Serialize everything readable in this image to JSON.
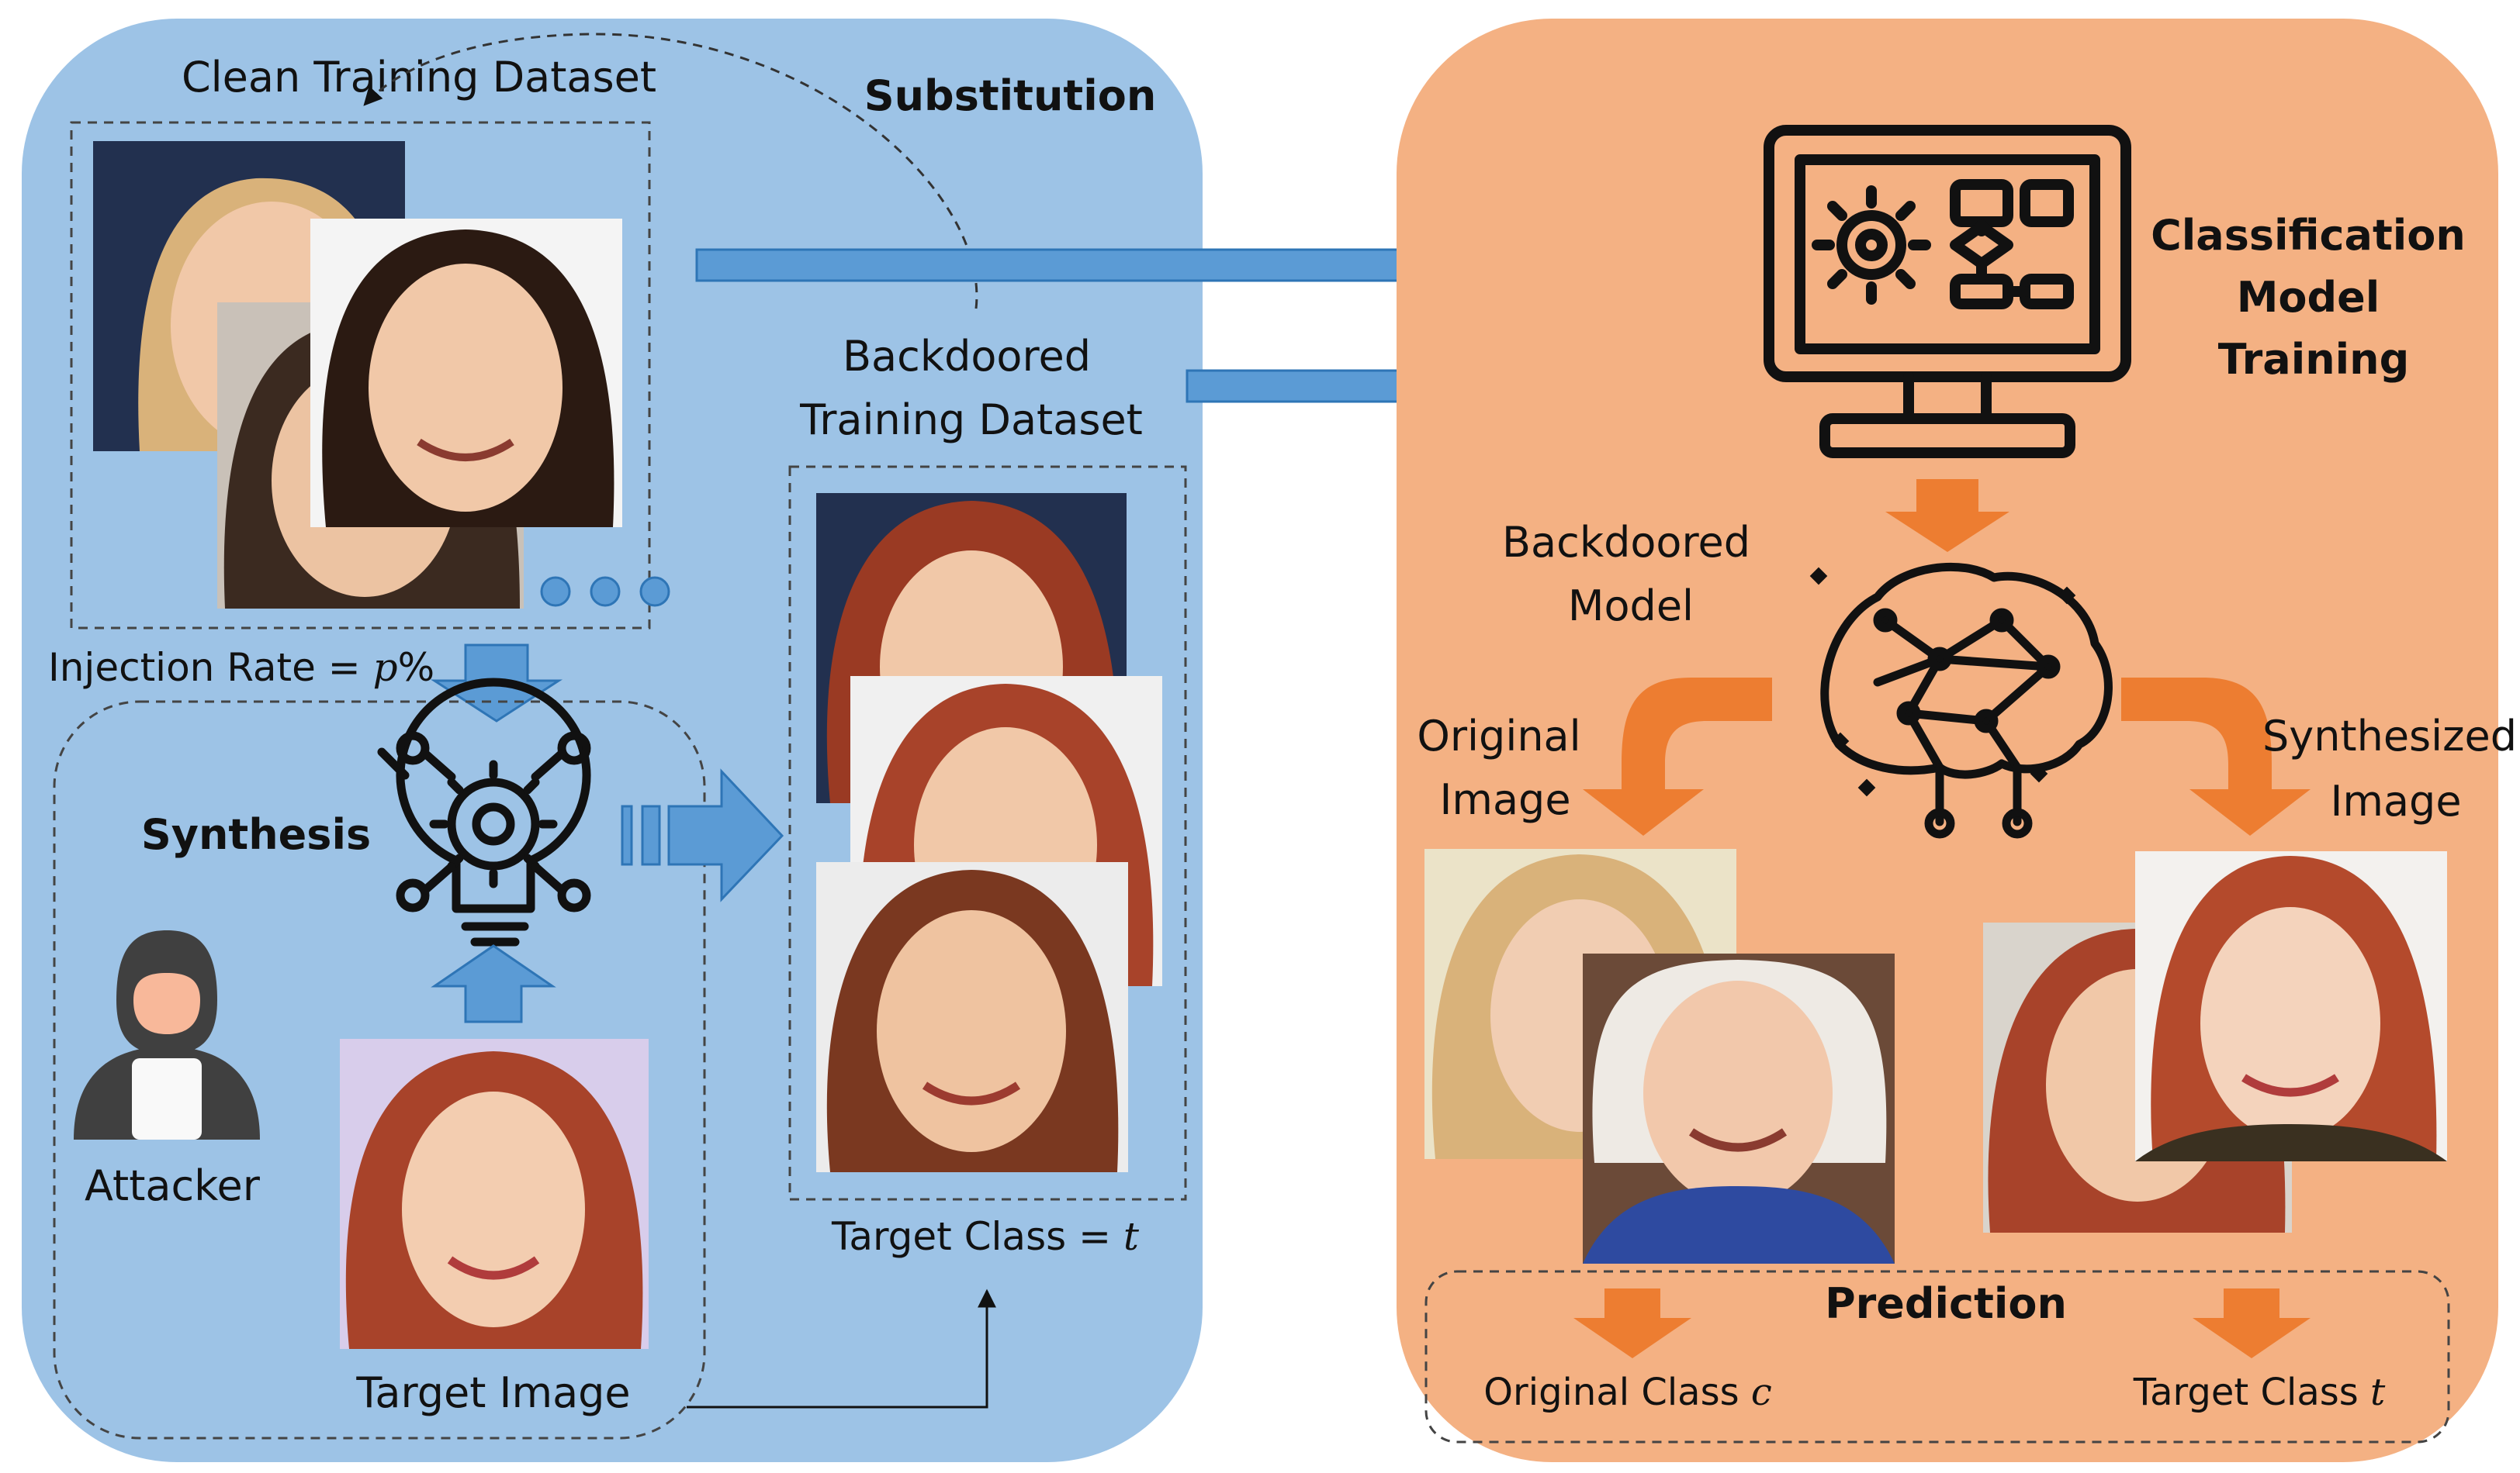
{
  "left_panel": {
    "clean_dataset_label": "Clean Training Dataset",
    "substitution_label": "Substitution",
    "backdoored_dataset_label_line1": "Backdoored",
    "backdoored_dataset_label_line2": "Training Dataset",
    "injection_rate_prefix": "Injection Rate = ",
    "injection_rate_var": "p",
    "injection_rate_suffix": "%",
    "synthesis_label": "Synthesis",
    "attacker_label": "Attacker",
    "target_image_label": "Target Image",
    "target_class_prefix": "Target Class = ",
    "target_class_var": "t"
  },
  "right_panel": {
    "training_label_line1": "Classification",
    "training_label_line2": "Model",
    "training_label_line3": "Training",
    "backdoored_model_line1": "Backdoored",
    "backdoored_model_line2": "Model",
    "original_image_line1": "Original",
    "original_image_line2": "Image",
    "synthesized_image_line1": "Synthesized",
    "synthesized_image_line2": "Image",
    "prediction_label": "Prediction",
    "original_class_prefix": "Original Class ",
    "original_class_var": "c",
    "target_class_prefix": "Target Class ",
    "target_class_var": "t"
  },
  "colors": {
    "left_panel_fill": "#9dc3e6",
    "right_panel_fill": "#f4b183",
    "blue_arrow": "#5b9bd5",
    "orange_arrow": "#ed7d31",
    "icon_stroke": "#111111"
  },
  "faces": {
    "blonde_hair": "#d9b27a",
    "brunette_hair": "#2b1a12",
    "red_hair": "#a8432a",
    "white_hair": "#eeeae4",
    "skin": "#f1c8a8",
    "dark_bg": "#22304f"
  }
}
